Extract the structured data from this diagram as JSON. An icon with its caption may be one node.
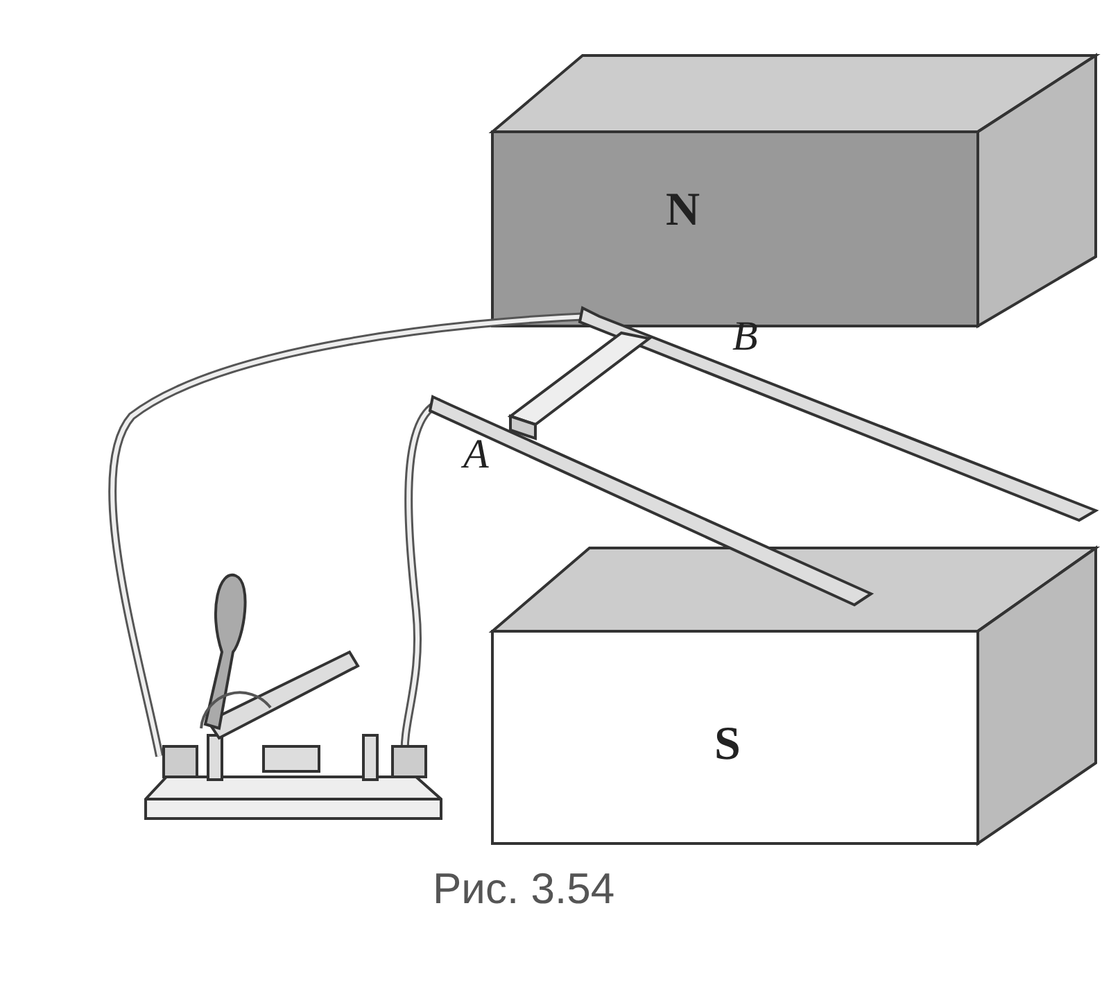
{
  "diagram": {
    "caption": "Рис. 3.54",
    "nodes": [
      {
        "text": [
          "N"
        ]
      },
      {
        "text": [
          "S"
        ]
      }
    ],
    "labels": [
      "B",
      "A"
    ]
  }
}
